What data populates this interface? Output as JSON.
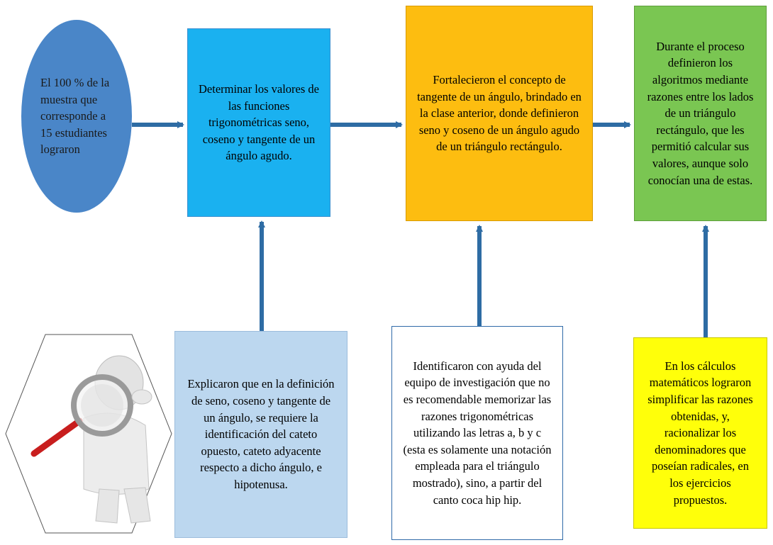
{
  "oval": {
    "text": "El 100 % de la muestra que corresponde a 15 estudiantes lograron"
  },
  "boxes": {
    "determinar": "Determinar los valores de las funciones trigonométricas seno, coseno y tangente de un ángulo agudo.",
    "fortalecieron": "Fortalecieron el concepto de tangente de un ángulo, brindado en la clase anterior, donde definieron seno y coseno de un ángulo agudo de un triángulo rectángulo.",
    "durante": "Durante el proceso definieron los algoritmos mediante razones entre los lados de un triángulo rectángulo, que les permitió calcular sus valores, aunque solo conocían una de estas.",
    "explicaron": "Explicaron que en la definición de seno, coseno y tangente de un ángulo, se requiere la identificación del cateto opuesto, cateto adyacente respecto a dicho ángulo, e hipotenusa.",
    "identificaron": "Identificaron con ayuda del equipo de investigación que no es recomendable memorizar las razones trigonométricas utilizando las letras a, b y c (esta es solamente una notación empleada para el triángulo mostrado), sino, a partir del canto coca hip hip.",
    "calculos": "En los cálculos matemáticos lograron simplificar las razones obtenidas, y, racionalizar los denominadores que poseían radicales, en los ejercicios propuestos."
  },
  "colors": {
    "oval": "#4a86c8",
    "determinar": "#1ab1f0",
    "fortalecieron": "#fdbd10",
    "durante": "#7ac652",
    "explicaron": "#bcd7ef",
    "identificaron": "#ffffff",
    "calculos": "#ffff0a",
    "arrow": "#2e6ca4"
  },
  "icons": {
    "illustration": "person-with-magnifying-glass-icon"
  }
}
